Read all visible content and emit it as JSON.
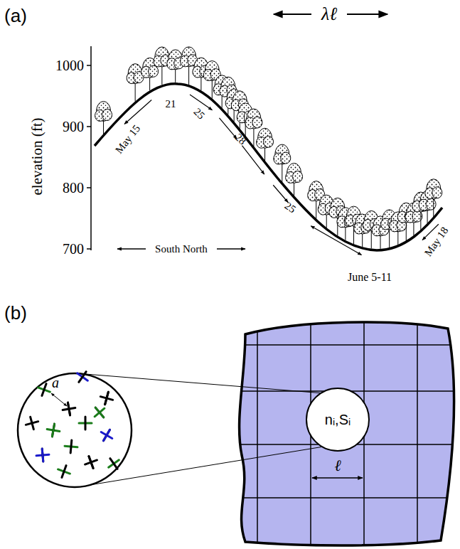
{
  "diagram": {
    "nodes": [
      {
        "text": [
          "nᵢ,Sᵢ"
        ]
      }
    ],
    "labels": [
      "(a)",
      "λℓ",
      "elevation (ft)",
      "1000",
      "900",
      "800",
      "700",
      "May 15",
      "21",
      "25",
      "28",
      "25",
      "May 18",
      "South North",
      "June 5-11",
      "(b)",
      "a",
      "ℓ"
    ]
  }
}
